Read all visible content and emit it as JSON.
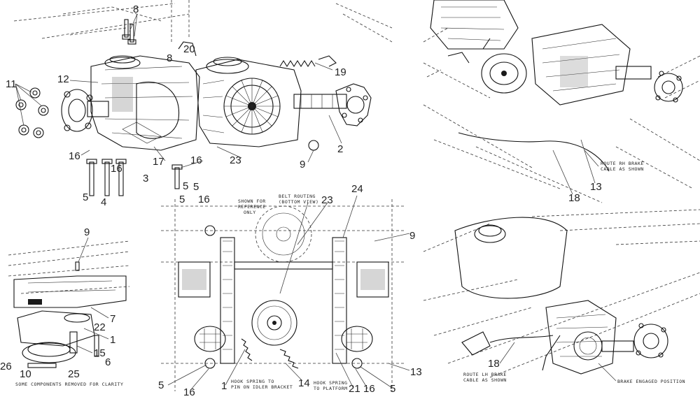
{
  "callouts": {
    "c_tl_8a": "8",
    "c_tl_8b": "8",
    "c_tl_20": "20",
    "c_tl_19": "19",
    "c_tl_11": "11",
    "c_tl_12": "12",
    "c_tl_2": "2",
    "c_tl_9": "9",
    "c_tl_16a": "16",
    "c_tl_16b": "16",
    "c_tl_16c": "16",
    "c_tl_17": "17",
    "c_tl_23": "23",
    "c_tl_3": "3",
    "c_tl_5a": "5",
    "c_tl_4": "4",
    "c_tl_5b": "5",
    "c_tr_13": "13",
    "c_tr_18": "18",
    "c_bl_9": "9",
    "c_bl_7": "7",
    "c_bl_22": "22",
    "c_bl_1": "1",
    "c_bl_15": "15",
    "c_bl_6": "6",
    "c_bl_26": "26",
    "c_bl_25": "25",
    "c_bl_10": "10",
    "c_bm_5a": "5",
    "c_bm_16a": "16",
    "c_bm_23": "23",
    "c_bm_24": "24",
    "c_bm_9": "9",
    "c_bm_13": "13",
    "c_bm_5b": "5",
    "c_bm_16b": "16",
    "c_bm_1": "1",
    "c_bm_14": "14",
    "c_bm_21": "21",
    "c_bm_16c": "16",
    "c_bm_5c": "5",
    "c_br_18": "18"
  },
  "notes": {
    "shown_for_reference": "SHOWN FOR\nREFERENCE\nONLY",
    "belt_routing": "BELT ROUTING\n(BOTTOM VIEW)",
    "route_rh_brake": "ROUTE RH BRAKE\nCABLE AS SHOWN",
    "route_lh_brake": "ROUTE LH BRAKE\nCABLE AS SHOWN",
    "brake_engaged": "BRAKE ENGAGED POSITION",
    "some_components": "SOME COMPONENTS REMOVED FOR CLARITY",
    "hook_spring_idler": "HOOK SPRING TO\nPIN ON IDLER BRACKET",
    "hook_spring_platform": "HOOK SPRING\nTO PLATFORM"
  }
}
